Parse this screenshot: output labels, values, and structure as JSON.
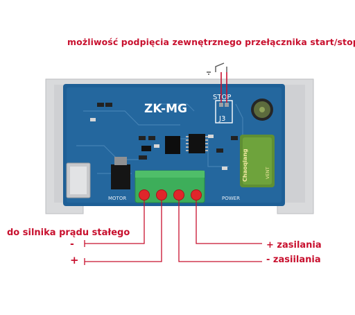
{
  "annotations": {
    "top": "możliwość podpięcia zewnętrznego przełącznika start/stop",
    "motor": "do silnika prądu stałego",
    "motor_minus": "-",
    "motor_plus": "+",
    "power_plus": "+ zasilania",
    "power_minus": "-  zasiilania"
  },
  "board": {
    "model": "ZK-MG",
    "stop": "STOP",
    "jumper": "J3",
    "motor_label": "MOTOR",
    "power_label": "POWER",
    "relay_brand": "Chaoqiang",
    "relay_sub": "VENT"
  },
  "colors": {
    "annotation": "#c8102e",
    "pcb": "#1e5f96",
    "terminal": "#3dae5a",
    "screw": "#e0262b",
    "housing": "#d9dadc"
  }
}
